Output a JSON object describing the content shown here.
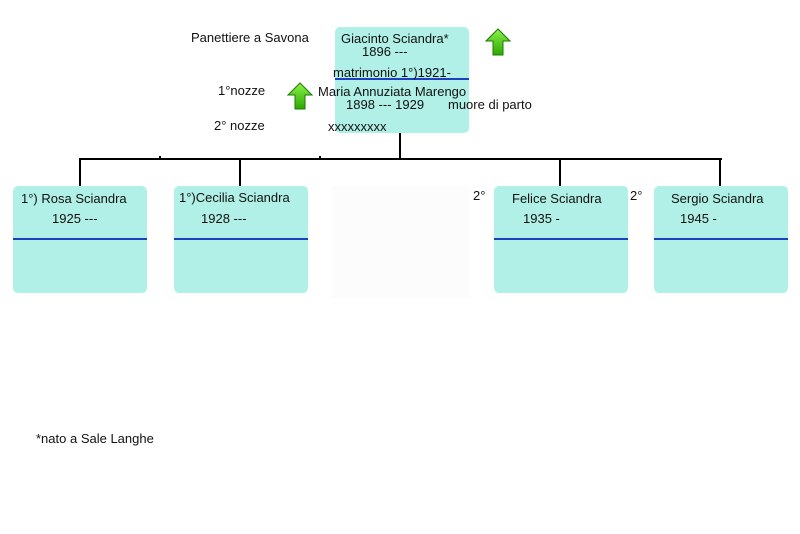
{
  "root": {
    "name": "Giacinto Sciandra*",
    "dates": "1896 ---",
    "occupation": "Panettiere a Savona",
    "marriage": "matrimonio 1°)1921-",
    "first_marriage_label": "1°nozze",
    "spouse1_name": "Maria Annuziata Marengo",
    "spouse1_dates": "1898 --- 1929",
    "spouse1_note": "muore di parto",
    "second_marriage_label": "2° nozze",
    "spouse2_name": "xxxxxxxxx"
  },
  "children": [
    {
      "marker": "",
      "name": "1°) Rosa Sciandra",
      "dates": "1925 ---"
    },
    {
      "marker": "",
      "name": "1°)Cecilia Sciandra",
      "dates": "1928 ---"
    },
    {
      "marker": "2°",
      "name": "Felice Sciandra",
      "dates": "1935 -"
    },
    {
      "marker": "2°",
      "name": "Sergio Sciandra",
      "dates": "1945 -"
    }
  ],
  "footnote": "*nato a Sale Langhe",
  "colors": {
    "box": "#b0f0e6",
    "separator": "#1f3fbf",
    "arrow": "#33cc00"
  },
  "icons": [
    "up-arrow-icon"
  ]
}
